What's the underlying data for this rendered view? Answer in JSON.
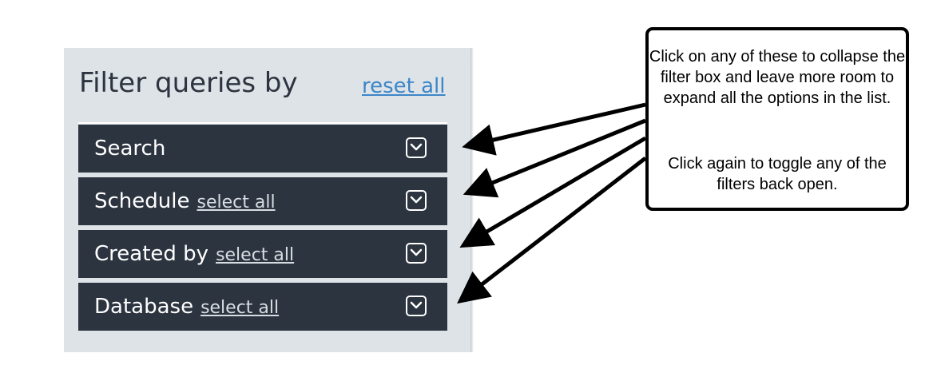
{
  "filter_panel": {
    "title": "Filter queries by",
    "reset_label": "reset all",
    "rows": [
      {
        "label": "Search",
        "select_all": ""
      },
      {
        "label": "Schedule",
        "select_all": "select all"
      },
      {
        "label": "Created by",
        "select_all": "select all"
      },
      {
        "label": "Database",
        "select_all": "select all"
      }
    ]
  },
  "callout": {
    "paragraph_1": "Click on any of these to collapse the filter box and leave more room to expand all the options in the list.",
    "paragraph_2": "Click again to toggle any of the filters back open."
  },
  "colors": {
    "panel_bg": "#dde3e7",
    "row_bg": "#2c3440",
    "link": "#3d86c8",
    "text_dark": "#2d3440"
  },
  "icons": {
    "toggle": "chevron-down-icon",
    "pointer": "arrow-icon"
  }
}
